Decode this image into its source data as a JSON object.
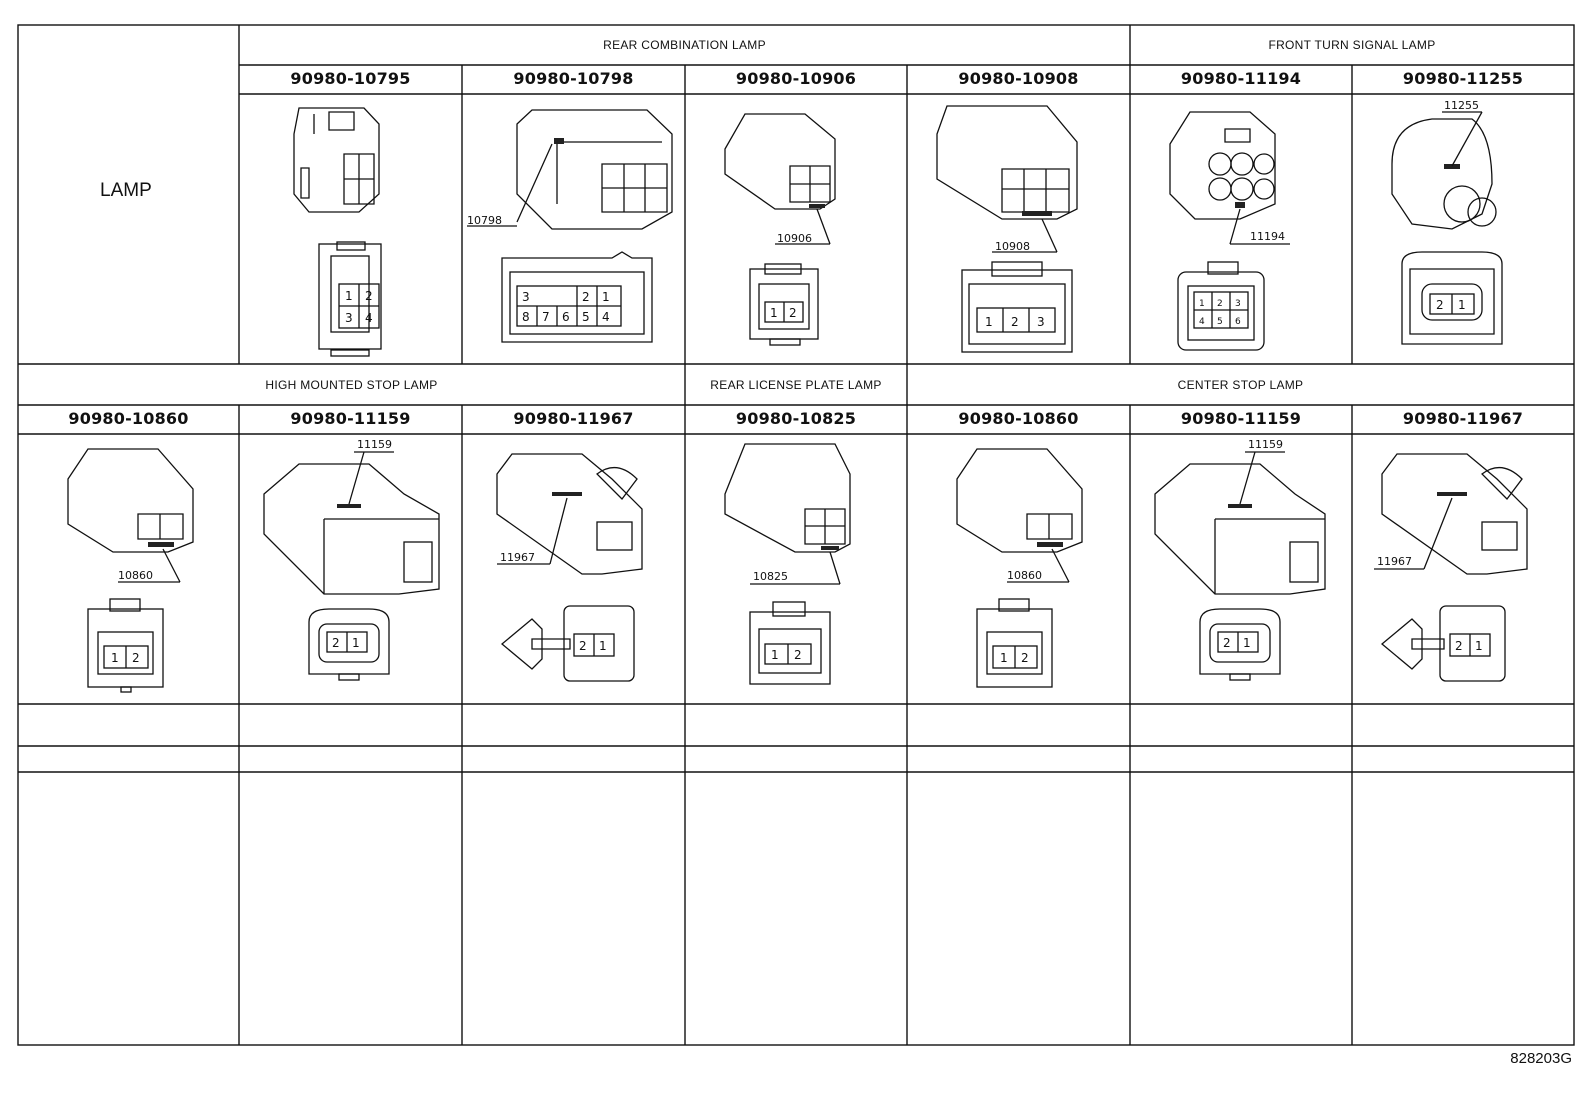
{
  "row_label": "LAMP",
  "figure_code": "828203G",
  "groups_row1": [
    {
      "label": "REAR COMBINATION LAMP"
    },
    {
      "label": "FRONT TURN SIGNAL LAMP"
    }
  ],
  "groups_row2": [
    {
      "label": "HIGH MOUNTED STOP LAMP"
    },
    {
      "label": "REAR LICENSE PLATE LAMP"
    },
    {
      "label": "CENTER STOP LAMP"
    }
  ],
  "connectors_row1": [
    {
      "part_number": "90980-10795",
      "callout": "",
      "pins": [
        "1",
        "2",
        "3",
        "4"
      ]
    },
    {
      "part_number": "90980-10798",
      "callout": "10798",
      "pins": [
        "3",
        "2",
        "1",
        "8",
        "7",
        "6",
        "5",
        "4"
      ]
    },
    {
      "part_number": "90980-10906",
      "callout": "10906",
      "pins": [
        "1",
        "2"
      ]
    },
    {
      "part_number": "90980-10908",
      "callout": "10908",
      "pins": [
        "1",
        "2",
        "3"
      ]
    },
    {
      "part_number": "90980-11194",
      "callout": "11194",
      "pins": [
        "1",
        "2",
        "3",
        "4",
        "5",
        "6"
      ]
    },
    {
      "part_number": "90980-11255",
      "callout": "11255",
      "pins": [
        "2",
        "1"
      ]
    }
  ],
  "connectors_row2": [
    {
      "part_number": "90980-10860",
      "callout": "10860",
      "pins": [
        "1",
        "2"
      ]
    },
    {
      "part_number": "90980-11159",
      "callout": "11159",
      "pins": [
        "2",
        "1"
      ]
    },
    {
      "part_number": "90980-11967",
      "callout": "11967",
      "pins": [
        "2",
        "1"
      ]
    },
    {
      "part_number": "90980-10825",
      "callout": "10825",
      "pins": [
        "1",
        "2"
      ]
    },
    {
      "part_number": "90980-10860",
      "callout": "10860",
      "pins": [
        "1",
        "2"
      ]
    },
    {
      "part_number": "90980-11159",
      "callout": "11159",
      "pins": [
        "2",
        "1"
      ]
    },
    {
      "part_number": "90980-11967",
      "callout": "11967",
      "pins": [
        "2",
        "1"
      ]
    }
  ]
}
